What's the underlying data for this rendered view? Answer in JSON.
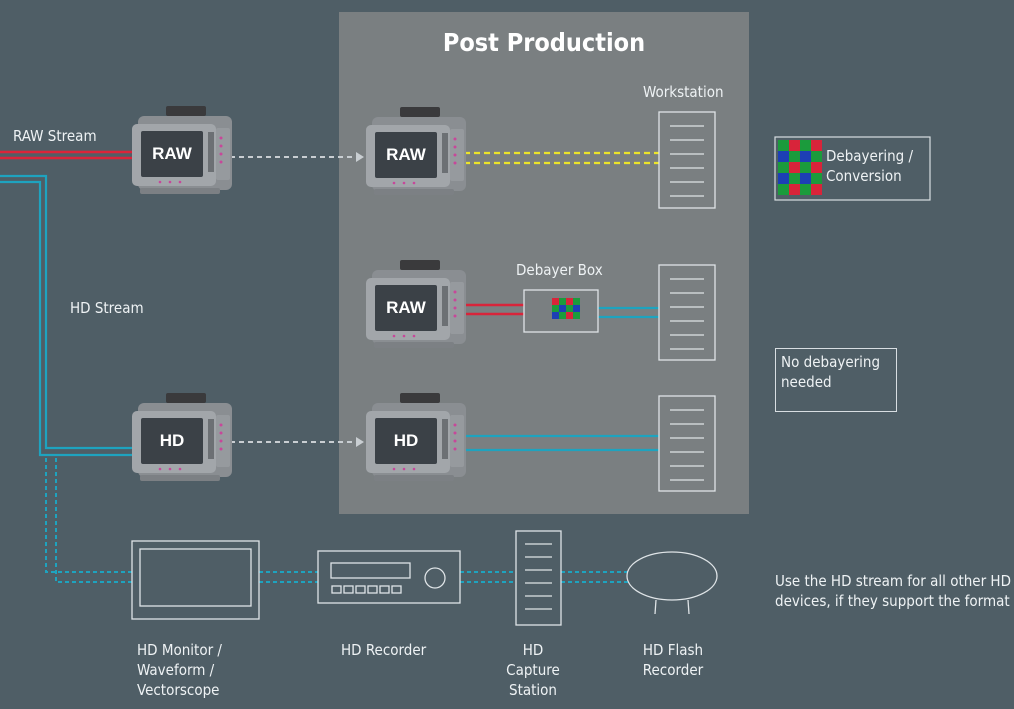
{
  "colors": {
    "background": "#4f5e66",
    "post_panel": "#7a7f81",
    "raw_line": "#d8243a",
    "hd_line": "#1ea3bf",
    "raw_dashed": "#ece42a",
    "outline": "#d8dee2"
  },
  "post_production": {
    "title": "Post Production"
  },
  "labels": {
    "raw_stream": "RAW Stream",
    "hd_stream": "HD Stream",
    "workstation": "Workstation",
    "debayer_box": "Debayer Box"
  },
  "cameras": {
    "raw_source": "RAW",
    "raw_post": "RAW",
    "raw_debayer": "RAW",
    "hd_source": "HD",
    "hd_post": "HD"
  },
  "notes": {
    "debayering": "Debayering / Conversion",
    "no_debayering": "No debayering needed",
    "hd_devices": "Use the HD stream for all other HD devices, if they support the format"
  },
  "devices": {
    "monitor": "HD Monitor / Waveform / Vectorscope",
    "recorder": "HD Recorder",
    "capture": "HD Capture Station",
    "flash": "HD Flash Recorder"
  }
}
